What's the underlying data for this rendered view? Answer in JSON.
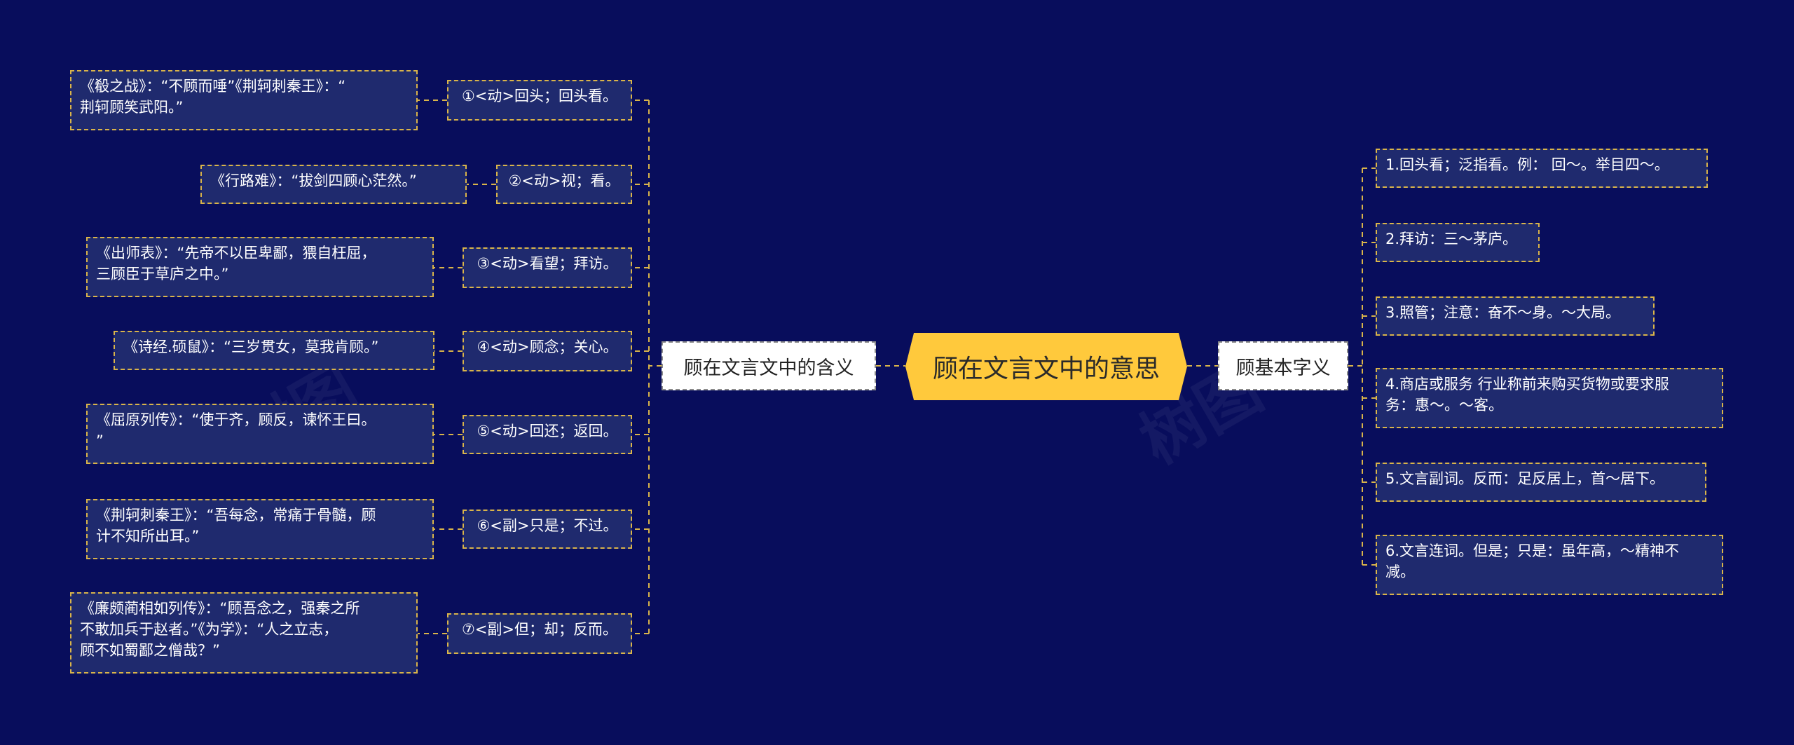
{
  "root": {
    "label": "顾在文言文中的意思"
  },
  "left_branch": {
    "label": "顾在文言文中的含义",
    "items": [
      {
        "sense": "①<动>回头；回头看。",
        "example": "《殽之战》：“不顾而唾”《荆轲刺秦王》：“\n荆轲顾笑武阳。”"
      },
      {
        "sense": "②<动>视；看。",
        "example": "《行路难》：“拔剑四顾心茫然。”"
      },
      {
        "sense": "③<动>看望；拜访。",
        "example": "《出师表》：“先帝不以臣卑鄙，猥自枉屈，\n三顾臣于草庐之中。”"
      },
      {
        "sense": "④<动>顾念；关心。",
        "example": "《诗经.硕鼠》：“三岁贯女，莫我肯顾。”"
      },
      {
        "sense": "⑤<动>回还；返回。",
        "example": "《屈原列传》：“使于齐，顾反，谏怀王曰。\n”"
      },
      {
        "sense": "⑥<副>只是；不过。",
        "example": "《荆轲刺秦王》：“吾每念，常痛于骨髓，顾\n计不知所出耳。”"
      },
      {
        "sense": "⑦<副>但；却；反而。",
        "example": "《廉颇蔺相如列传》：“顾吾念之，强秦之所\n不敢加兵于赵者。”《为学》：“人之立志，\n顾不如蜀鄙之僧哉？”"
      }
    ]
  },
  "right_branch": {
    "label": "顾基本字义",
    "items": [
      "1.回头看；泛指看。例： 回～。举目四～。",
      "2.拜访：三～茅庐。",
      "3.照管；注意：奋不～身。～大局。",
      "4.商店或服务 行业称前来购买货物或要求服\n务：惠～。～客。",
      "5.文言副词。反而：足反居上，首～居下。",
      "6.文言连词。但是；只是：虽年高，～精神不\n减。"
    ]
  },
  "colors": {
    "background": "#080d5c",
    "root_fill": "#ffc93c",
    "leaf_fill": "#1f2a6e",
    "connector": "#d9b44a"
  }
}
